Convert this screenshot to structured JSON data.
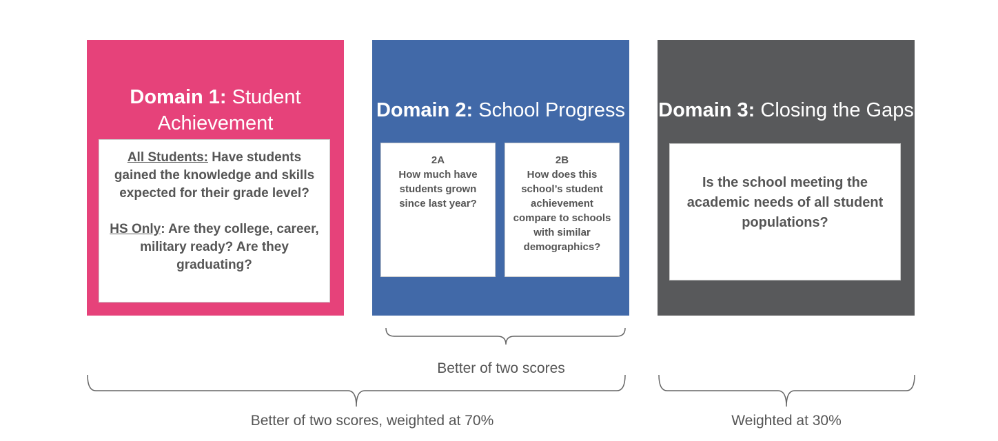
{
  "colors": {
    "domain1": "#e6427a",
    "domain2": "#4169a8",
    "domain3": "#58595b",
    "text": "#555555"
  },
  "domain1": {
    "title_bold": "Domain 1:",
    "title_rest": " Student Achievement",
    "all_label": "All Students:",
    "all_text": " Have students gained the knowledge and skills expected for their grade level?",
    "hs_label": "HS Only",
    "hs_text": ": Are they college, career, military ready? Are they graduating?"
  },
  "domain2": {
    "title_bold": "Domain 2:",
    "title_rest": " School Progress",
    "a_label": "2A",
    "a_text": "How much have students grown since last year?",
    "b_label": "2B",
    "b_text": "How does this school’s student achievement compare to schools with similar demographics?"
  },
  "domain3": {
    "title_bold": "Domain 3:",
    "title_rest": " Closing the Gaps",
    "text": "Is the school meeting the academic needs of all student populations?"
  },
  "annotations": {
    "domain2_brace": "Better of two scores",
    "combined_brace": "Better of two scores, weighted at 70%",
    "domain3_brace": "Weighted at 30%"
  }
}
